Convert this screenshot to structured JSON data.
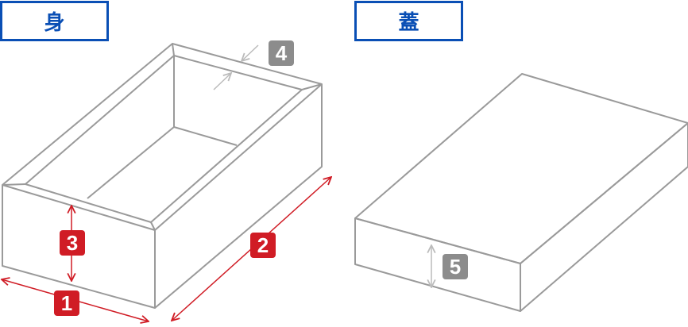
{
  "labels": {
    "body": "身",
    "lid": "蓋"
  },
  "badges": {
    "b1": "1",
    "b2": "2",
    "b3": "3",
    "b4": "4",
    "b5": "5"
  },
  "colors": {
    "title": "#0a4fb5",
    "dimension_red": "#d01c25",
    "dimension_gray": "#8c8c8c",
    "line": "#9a9a9a"
  }
}
